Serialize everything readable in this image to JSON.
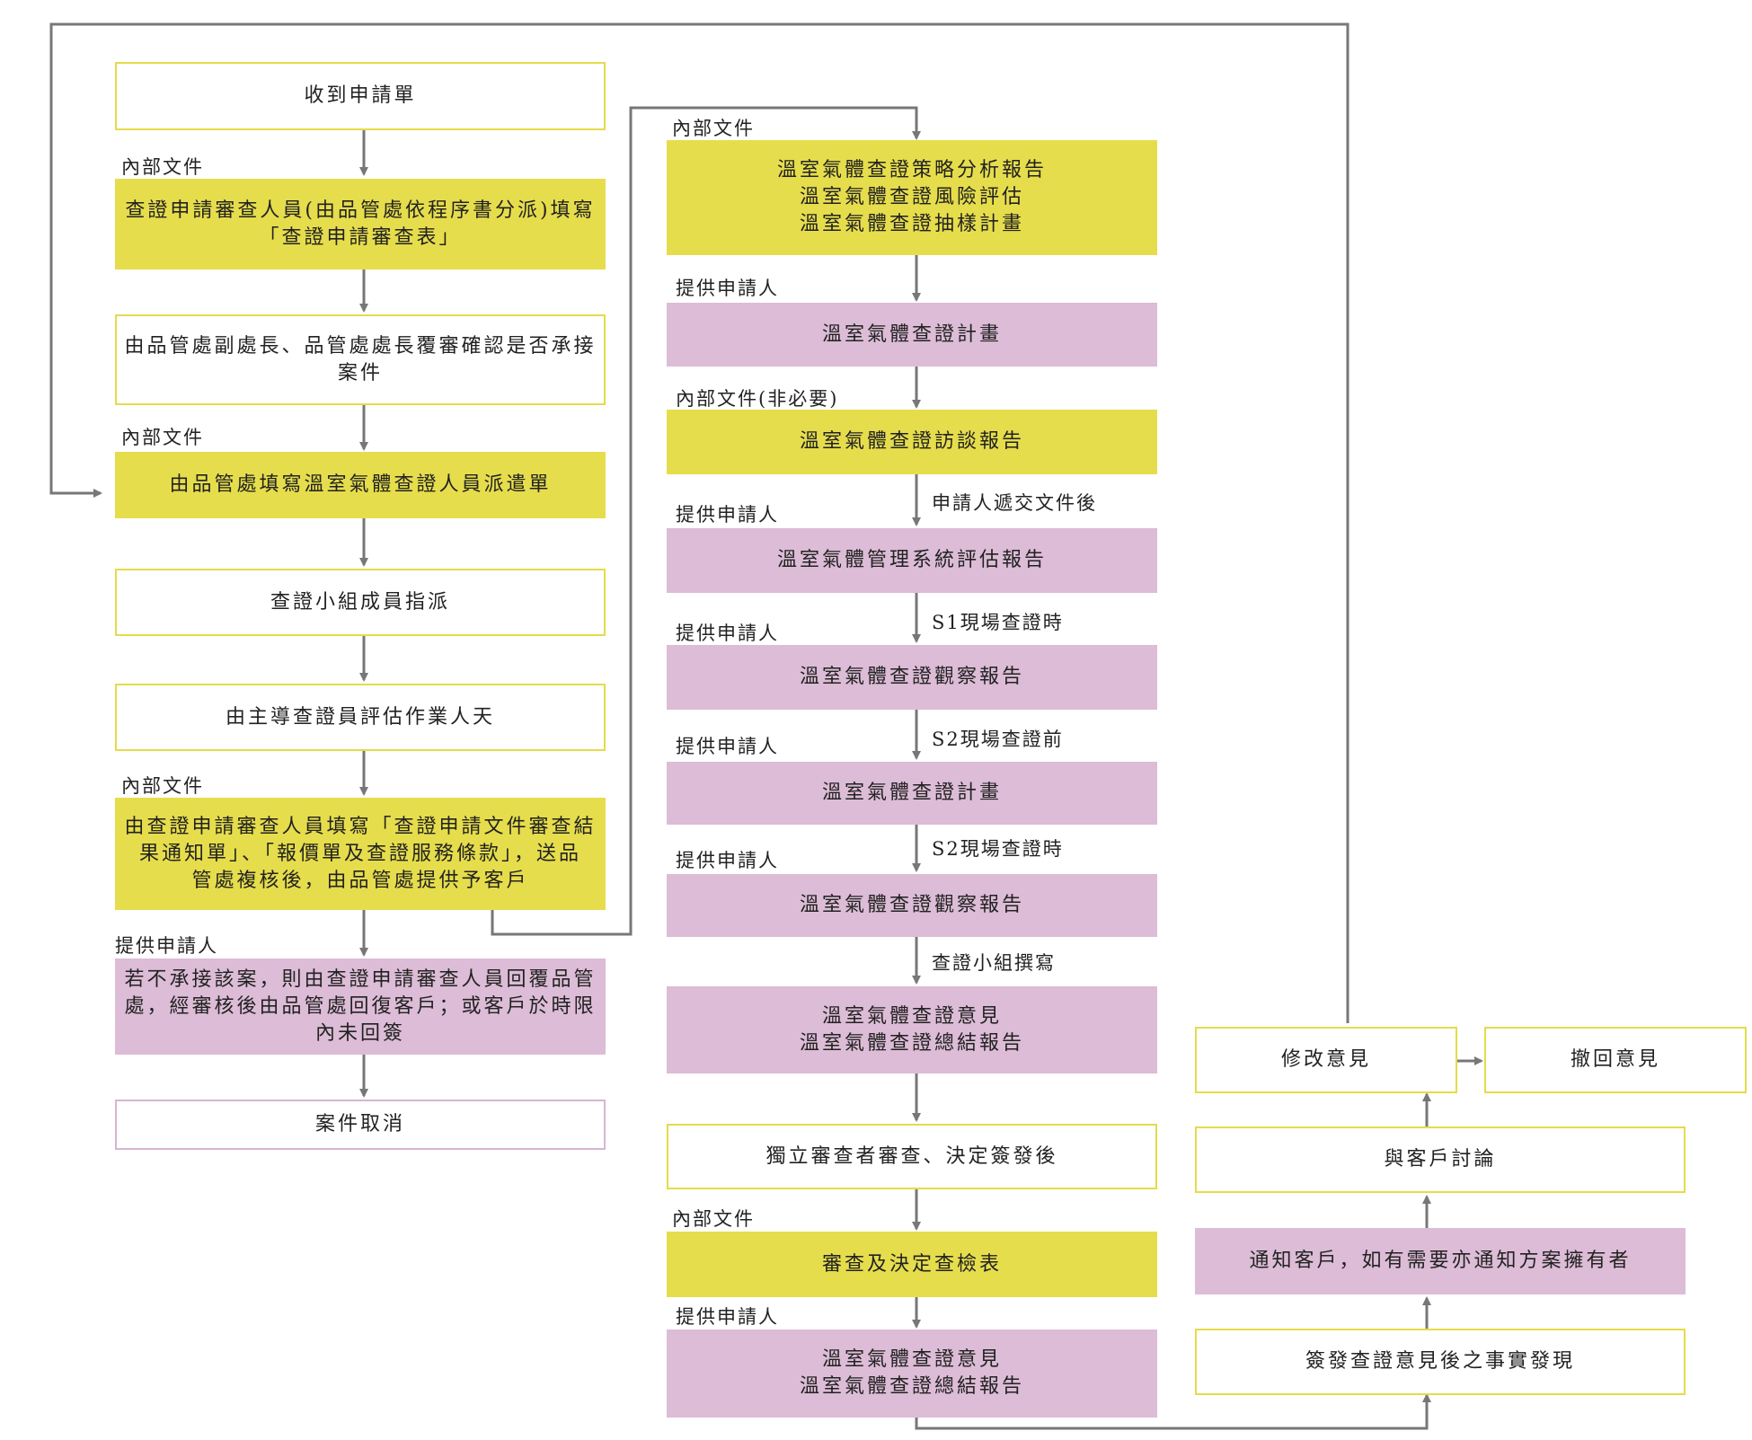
{
  "colors": {
    "yellow": "#e6dd4c",
    "pink": "#dcbcd6",
    "white_border": "#e4dc4a",
    "pink_border": "#d9b3d4",
    "connector": "#777777"
  },
  "boxes": {
    "receive_application": "收到申請單",
    "reviewer_fill_form": "查證申請審查人員(由品管處依程序書分派)填寫\n「查證申請審查表」",
    "confirm_accept_case": "由品管處副處長、品管處處長覆審確認是否承接\n案件",
    "fill_assignment_form": "由品管處填寫溫室氣體查證人員派遣單",
    "assign_team": "查證小組成員指派",
    "estimate_mandays": "由主導查證員評估作業人天",
    "notify_quotation": "由查證申請審查人員填寫「查證申請文件審查結\n果通知單」、「報價單及查證服務條款」，送品\n管處複核後，由品管處提供予客戶",
    "decline_case": "若不承接該案，則由查證申請審查人員回覆品管\n處，經審核後由品管處回復客戶；或客戶於時限\n內未回簽",
    "case_cancelled": "案件取消",
    "strategy_report": "溫室氣體查證策略分析報告\n溫室氣體查證風險評估\n溫室氣體查證抽樣計畫",
    "verification_plan_1": "溫室氣體查證計畫",
    "interview_report": "溫室氣體查證訪談報告",
    "ms_assessment_report": "溫室氣體管理系統評估報告",
    "observation_report_1": "溫室氣體查證觀察報告",
    "verification_plan_2": "溫室氣體查證計畫",
    "observation_report_2": "溫室氣體查證觀察報告",
    "opinion_summary_1": "溫室氣體查證意見\n溫室氣體查證總結報告",
    "independent_review": "獨立審查者審查、決定簽發後",
    "review_checklist": "審查及決定查檢表",
    "opinion_summary_2": "溫室氣體查證意見\n溫室氣體查證總結報告",
    "facts_after_issue": "簽發查證意見後之事實發現",
    "notify_client": "通知客戶，如有需要亦通知方案擁有者",
    "discuss_with_client": "與客戶討論",
    "revise_opinion": "修改意見",
    "withdraw_opinion": "撤回意見"
  },
  "labels": {
    "internal_doc_1": "內部文件",
    "internal_doc_2": "內部文件",
    "internal_doc_3": "內部文件",
    "to_applicant_1": "提供申請人",
    "internal_doc_4": "內部文件",
    "to_applicant_2": "提供申請人",
    "internal_doc_optional": "內部文件(非必要)",
    "to_applicant_3": "提供申請人",
    "to_applicant_4": "提供申請人",
    "to_applicant_5": "提供申請人",
    "to_applicant_6": "提供申請人",
    "internal_doc_5": "內部文件",
    "to_applicant_7": "提供申請人",
    "after_docs_submitted": "申請人遞交文件後",
    "s1_onsite_during": "S1現場查證時",
    "s2_onsite_before": "S2現場查證前",
    "s2_onsite_during": "S2現場查證時",
    "team_writes": "查證小組撰寫"
  }
}
